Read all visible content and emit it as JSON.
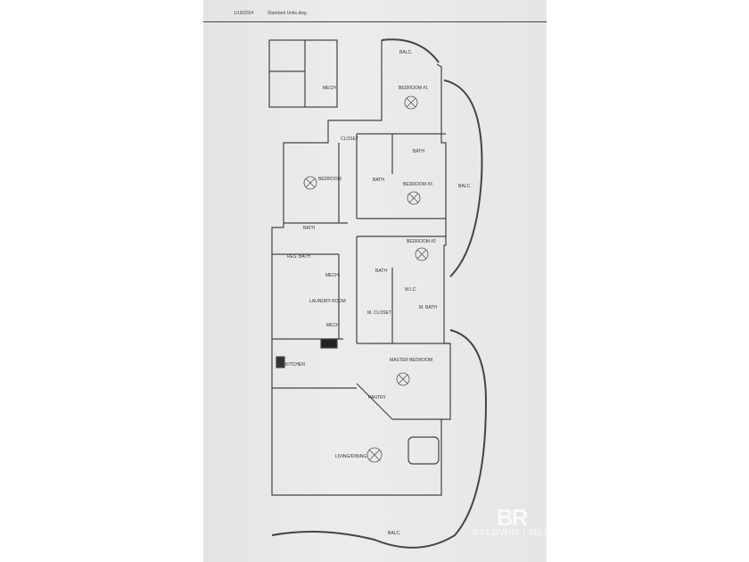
{
  "header": {
    "date": "1/18/2024",
    "filename": "Standard Units.dwg"
  },
  "rooms": {
    "balc_top": "BALC.",
    "balc_right": "BALC.",
    "balc_bottom": "BALC.",
    "bedroom1": "BEDROOM #1",
    "bedroom_left": "BEDROOM",
    "bedroom3": "BEDROOM #3",
    "bedroom2": "BEDROOM #2",
    "bath1": "BATH",
    "bath2": "BATH",
    "bath3": "BATH",
    "bath4": "BATH",
    "res_bath": "RES. BATH",
    "laundry": "LAUNDRY ROOM",
    "mech1": "MECH",
    "mech2": "MECH",
    "mech3": "MECH",
    "wic": "W.I.C.",
    "m_closet": "M. CLOSET",
    "m_bath": "M. BATH",
    "master": "MASTER BEDROOM",
    "kitchen": "KITCHEN",
    "living": "LIVING/DINING",
    "closet": "CLOSET",
    "pantry": "PANTRY"
  },
  "watermark": {
    "logo": "BR",
    "text": "BALDWIN | MLS"
  },
  "colors": {
    "paper": "#e8e8e8",
    "ink": "#333333"
  }
}
